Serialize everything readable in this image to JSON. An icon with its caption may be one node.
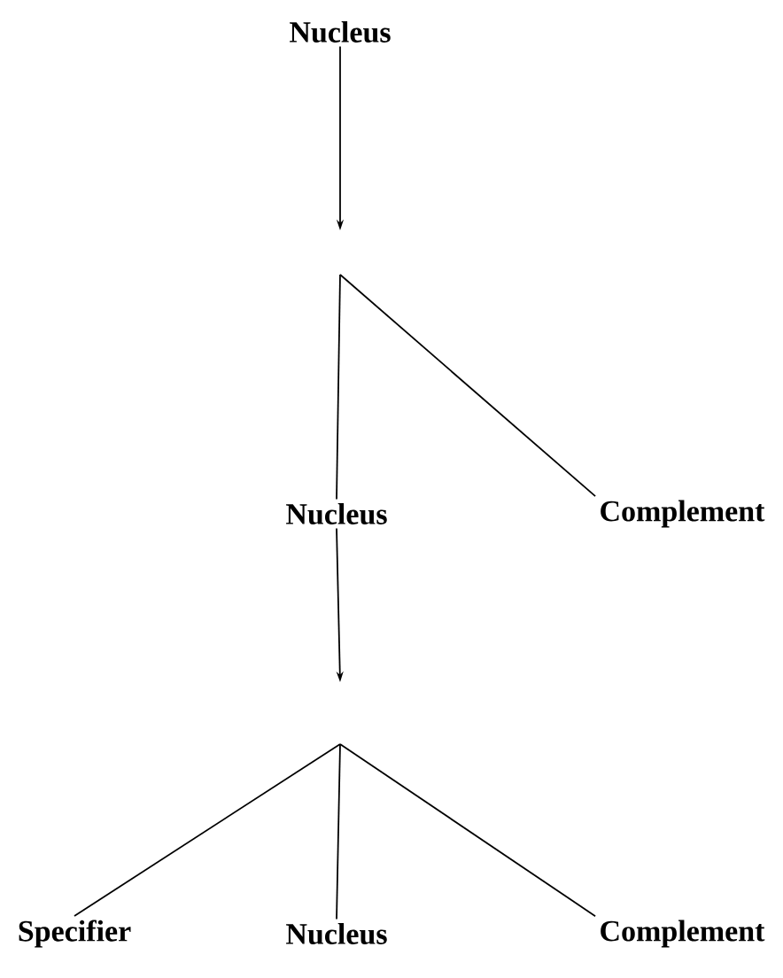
{
  "diagram": {
    "nodes": [
      {
        "text": [
          "Nucleus"
        ]
      },
      {
        "text": [
          "Nucleus"
        ]
      },
      {
        "text": [
          "Complement"
        ]
      },
      {
        "text": [
          "Specifier"
        ]
      },
      {
        "text": [
          "Nucleus"
        ]
      },
      {
        "text": [
          "Complement"
        ]
      }
    ],
    "edges": [
      {
        "from": 0,
        "to": null,
        "arrow": "to"
      },
      {
        "from": null,
        "to": 1,
        "arrow": "none"
      },
      {
        "from": null,
        "to": 2,
        "arrow": "none"
      },
      {
        "from": 1,
        "to": null,
        "arrow": "to"
      },
      {
        "from": null,
        "to": 3,
        "arrow": "none"
      },
      {
        "from": null,
        "to": 4,
        "arrow": "none"
      },
      {
        "from": null,
        "to": 5,
        "arrow": "none"
      }
    ]
  }
}
